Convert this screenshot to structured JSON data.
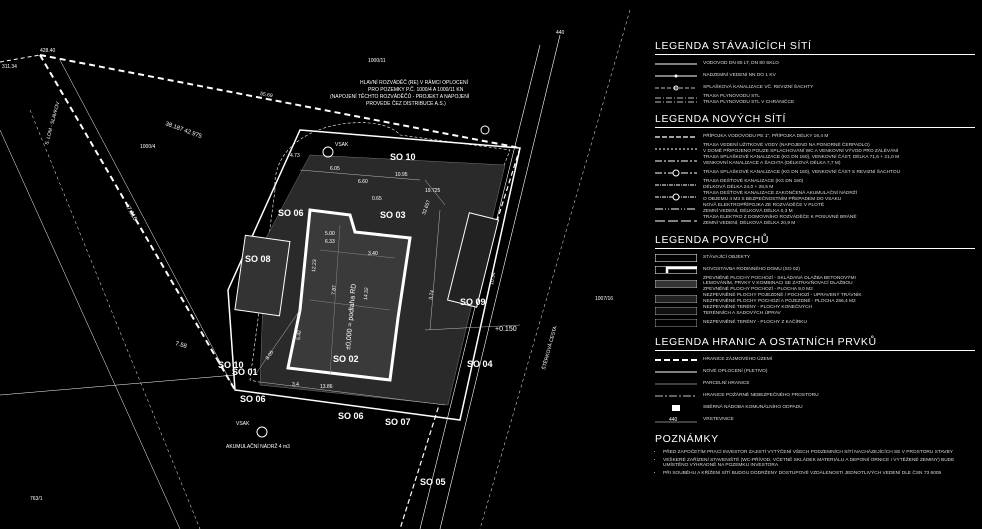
{
  "plan": {
    "parcels": {
      "p1": "1000/11",
      "p2": "1000/4",
      "p3": "1007/16",
      "p4": "763/1"
    },
    "points": {
      "top_left": "428.40",
      "left_edge": "311.34",
      "top_right": "440"
    },
    "roads": {
      "road_left": "S. LOM - SLAVKOV",
      "road_right": "ŠTĚRKOVÁ CESTA"
    },
    "dims": {
      "d1": "38.187 42.975",
      "d2": "47.316",
      "d3": "7.58",
      "d4": "55.69",
      "d5": "4.73",
      "d6": "19.725",
      "d7": "10.95",
      "d8": "6.05",
      "d9": "6.60",
      "d10": "13.86",
      "d11": "3.4",
      "d12": "6.33",
      "d13": "0.65",
      "d14": "5.00",
      "d15": "3.40",
      "d16": "12.23",
      "d17": "14.32",
      "d18": "7.87",
      "d19": "5.42",
      "d20": "8.05",
      "d21": "3.74",
      "d22": "10.34",
      "d23": "32.657"
    },
    "so_labels": {
      "so10_top": "SO 10",
      "so06_a": "SO 06",
      "so03": "SO 03",
      "so08": "SO 08",
      "so09": "SO 09",
      "so04": "SO 04",
      "so10_left": "SO 10",
      "so01": "SO 01",
      "so02": "SO 02",
      "so06_b": "SO 06",
      "so06_c": "SO 06",
      "so07": "SO 07",
      "so05": "SO 05"
    },
    "level": "+0.150",
    "house_label": "±0,000 = podlaha RD",
    "vsak_top": "VSAK",
    "vsak_bottom": "VSAK",
    "tank_note": "AKUMULAČNÍ NÁDRŽ 4 m3",
    "note_lines": [
      "HLAVNÍ ROZVÁDĚČ (RE) V RÁMCI OPLOCENÍ",
      "PRO POZEMKY P.Č. 1000/4 A 1000/11 KN",
      "(NAPOJENÍ TĚCHTO ROZVÁDĚČŮ - PROJEKT A NAPOJENÍ",
      "PROVEDE ČEZ DISTRIBUCE A.S.)"
    ]
  },
  "legend": {
    "existing": {
      "title": "LEGENDA STÁVAJÍCÍCH SÍTÍ",
      "items": [
        "VODOVOD DN 80 LT, DN 80 SKLO",
        "NADZEMNÍ VEDENÍ NN DO 1 kV",
        "SPLAŠKOVÁ KANALIZACE VČ. REVIZNÍ ŠACHTY",
        "TRASA PLYNOVODU STL\nTRASA PLYNOVODU STL V CHRÁNIČCE"
      ]
    },
    "new": {
      "title": "LEGENDA NOVÝCH SÍTÍ",
      "items": [
        "PŘÍPOJKA VODOVODU PE 1\", PŘÍPOJKA DÉLKY 16,4 m",
        "TRASA VEDENÍ UŽITKOVÉ VODY (NAPOJENO NA PONORNÉ ČERPADLO)\nV DOMĚ PŘIPOJENO POUZE SPLACHOVÁNÍ WC A VENKOVNÍ VÝVOD PRO ZALÉVÁNÍ",
        "TRASA SPLAŠKOVÉ KANALIZACE (KG DN 160), VENKOVNÍ ČÁST, DÉLKA 71,6 + 21,0 m\nVENKOVNÍ KANALIZACE A ŠACHTA (DÉLKOVÁ DÉLKA 7,7 m)",
        "TRASA SPLAŠKOVÉ KANALIZACE (KG DN 160), VENKOVNÍ ČÁST S REVIZNÍ ŠACHTOU",
        "TRASA DEŠŤOVÉ KANALIZACE (KG DN 160)\nDÉLKOVÁ DÉLKA 24,0 + 28,5 m",
        "TRASA DEŠŤOVÉ KANALIZACE ZAKONČENÁ AKUMULAČNÍ NÁDRŽÍ\nO OBJEMU 4 m3 S BEZPEČNOSTNÍM PŘEPADEM DO VSAKU",
        "NOVÁ ELEKTROPŘÍPOJKA ZE ROZVÁDĚČE V PLOTĚ\nZEMNÍ VEDENÍ, DÉLKOVÁ DÉLKA 0,3 m",
        "TRASA ELEKTRO Z DOMOVNÍHO ROZVÁDĚČE K POSUVNÉ BRÁNĚ\nZEMNÍ VEDENÍ, DÉLKOVÁ DÉLKA 20,9 m"
      ]
    },
    "surfaces": {
      "title": "LEGENDA POVRCHŮ",
      "items": [
        "STÁVAJÍCÍ OBJEKTY",
        "NOVOSTAVBA RODINNÉHO DOMU (SO 02)",
        "ZPEVNĚNÉ PLOCHY POCHOZÍ - SKLÁDANÁ DLAŽBA BETONOVÝMI\nLEMOVÁNÍM, PRVKY V KOMBINACI SE ZATRAVŇOVACÍ DLAŽBOU\nZPEVNĚNÉ PLOCHY POCHOZÍ - PLOCHA 9,0 m2",
        "NEZPEVNĚNÉ PLOCHY POJEZDNÉ / POCHOZÍ - UPRAVENÝ TRÁVNÍK\nNEZPEVNĚNÉ PLOCHY POCHOZÍ A POJEZDNÉ - PLOCHA 256,4 m2",
        "NEZPEVNĚNÉ TERÉNY - PLOCHY KONEČNÝCH\nTERÉNNÍCH A SADOVÝCH ÚPRAV",
        "NEZPEVNĚNÉ TERÉNY - PLOCHY Z KAČÍRKU"
      ]
    },
    "borders": {
      "title": "LEGENDA HRANIC A OSTATNÍCH PRVKŮ",
      "items": [
        "HRANICE ZÁJMOVÉHO ÚZEMÍ",
        "NOVÉ OPLOCENÍ (PLETIVO)",
        "PARCELNÍ HRANICE",
        "HRANICE POŽÁRNĚ NEBEZPEČNÉHO PROSTORU",
        "SBĚRNÁ NÁDOBA KOMUNÁLNÍHO ODPADU",
        "VRSTEVNICE"
      ],
      "contour_value": "440"
    },
    "notes": {
      "title": "POZNÁMKY",
      "items": [
        "PŘED ZAPOČETÍM PRACÍ INVESTOR ZAJISTÍ VYTÝČENÍ VŠECH PODZEMNÍCH SÍTÍ NACHÁZEJÍCÍCH SE V PROSTORU STAVBY",
        "VEŠKERÉ ZAŘÍZENÍ STAVENIŠTĚ (WC-PŘÍVOD, VČETNĚ SKLÁDEK MATERIÁLU A DEPONIÍ ORNICE I VYTĚŽENÉ ZEMINY) BUDE UMÍSTĚNO VÝHRADNĚ NA POZEMKU INVESTORA",
        "PŘI SOUBĚHU A KŘÍŽENÍ SÍTÍ BUDOU DODRŽENY DOSTUPOVÉ VZDÁLENOSTI JEDNOTLIVÝCH VEDENÍ DLE ČSN 73 6005"
      ]
    }
  }
}
